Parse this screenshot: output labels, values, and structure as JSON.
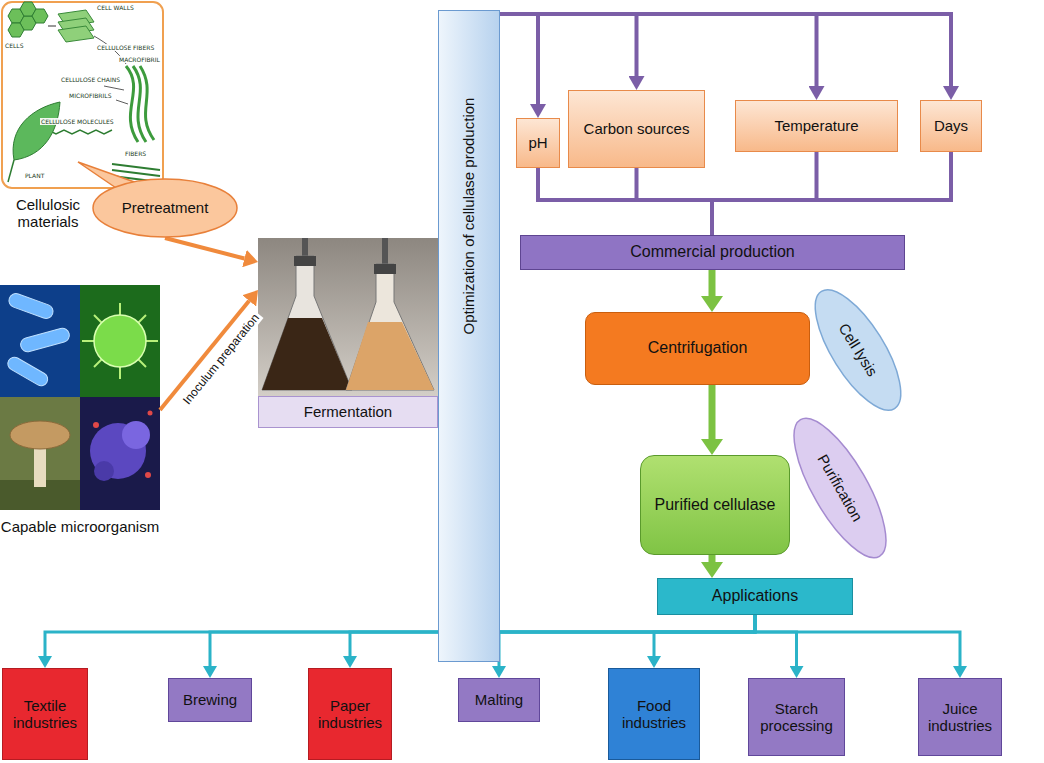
{
  "diagram": {
    "nodes": [
      {
        "text": [
          "Cellulosic materials"
        ]
      },
      {
        "text": [
          "Pretreatment"
        ]
      },
      {
        "text": [
          "Capable microorganism"
        ]
      },
      {
        "text": [
          "Fermentation"
        ]
      },
      {
        "text": [
          "Optimization of cellulase production"
        ]
      },
      {
        "text": [
          "pH"
        ]
      },
      {
        "text": [
          "Carbon sources"
        ]
      },
      {
        "text": [
          "Temperature"
        ]
      },
      {
        "text": [
          "Days"
        ]
      },
      {
        "text": [
          "Commercial production"
        ]
      },
      {
        "text": [
          "Centrifugation"
        ]
      },
      {
        "text": [
          "Cell lysis"
        ]
      },
      {
        "text": [
          "Purified cellulase"
        ]
      },
      {
        "text": [
          "Purification"
        ]
      },
      {
        "text": [
          "Applications"
        ]
      },
      {
        "text": [
          "Textile industries"
        ]
      },
      {
        "text": [
          "Brewing"
        ]
      },
      {
        "text": [
          "Paper industries"
        ]
      },
      {
        "text": [
          "Malting"
        ]
      },
      {
        "text": [
          "Food industries"
        ]
      },
      {
        "text": [
          "Starch processing"
        ]
      },
      {
        "text": [
          "Juice industries"
        ]
      }
    ],
    "edges": [
      {
        "from": 1,
        "to": 3,
        "arrow": "to"
      },
      {
        "from": 2,
        "to": 3,
        "label": "Inoculum preparation",
        "arrow": "to"
      },
      {
        "from": 4,
        "to": 5,
        "arrow": "to"
      },
      {
        "from": 4,
        "to": 6,
        "arrow": "to"
      },
      {
        "from": 4,
        "to": 7,
        "arrow": "to"
      },
      {
        "from": 4,
        "to": 8,
        "arrow": "to"
      },
      {
        "from": 5,
        "to": 9,
        "arrow": "none"
      },
      {
        "from": 6,
        "to": 9,
        "arrow": "none"
      },
      {
        "from": 7,
        "to": 9,
        "arrow": "none"
      },
      {
        "from": 8,
        "to": 9,
        "arrow": "none"
      },
      {
        "from": 9,
        "to": 10,
        "arrow": "to"
      },
      {
        "from": 10,
        "to": 12,
        "arrow": "to"
      },
      {
        "from": 12,
        "to": 14,
        "arrow": "to"
      },
      {
        "from": 14,
        "to": 15,
        "arrow": "to"
      },
      {
        "from": 14,
        "to": 16,
        "arrow": "to"
      },
      {
        "from": 14,
        "to": 17,
        "arrow": "to"
      },
      {
        "from": 14,
        "to": 18,
        "arrow": "to"
      },
      {
        "from": 14,
        "to": 19,
        "arrow": "to"
      },
      {
        "from": 14,
        "to": 20,
        "arrow": "to"
      },
      {
        "from": 14,
        "to": 21,
        "arrow": "to"
      }
    ],
    "labels": [
      "CELL WALLS",
      "CELLS",
      "CELLULOSE FIBERS",
      "MACROFIBRIL",
      "CELLULOSE CHAINS",
      "MICROFIBRILS",
      "CELLULOSE MOLECULES",
      "PLANT",
      "FIBERS"
    ]
  }
}
